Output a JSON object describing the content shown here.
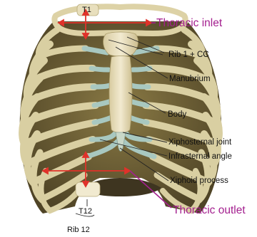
{
  "labels": {
    "t1": "T1",
    "thoracic_inlet": "Thoracic inlet",
    "rib1_cc": "Rib 1 + CC",
    "manubrium": "Manubrium",
    "body": "Body",
    "xiphosternal_joint": "Xiphosternal joint",
    "infrasternal_angle": "Infrasternal angle",
    "xiphoid_process": "Xiphoid process",
    "thoracic_outlet": "Thoracic outlet",
    "t12": "T12",
    "rib12": "Rib 12"
  },
  "colors": {
    "accent": "#a4208f",
    "bone": "#d9cfa2",
    "cartilage": "#a8c8c0",
    "arrow_red": "#e0322a",
    "interior": "#6b5e3a"
  }
}
